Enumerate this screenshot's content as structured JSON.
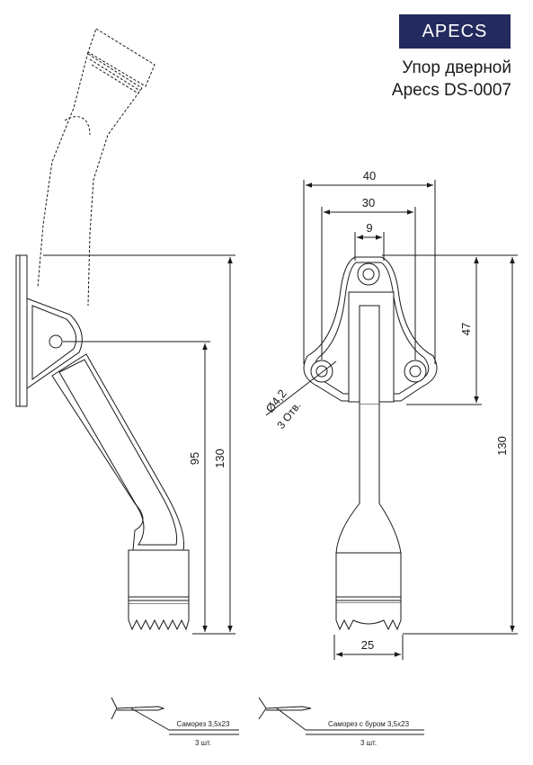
{
  "brand": {
    "logo_text": "APECS"
  },
  "title": {
    "line1": "Упор дверной",
    "line2": "Apecs DS-0007"
  },
  "side_view": {
    "dim_overall": "130",
    "dim_pivot": "95"
  },
  "front_view": {
    "dim_width_outer": "40",
    "dim_width_holes": "30",
    "dim_width_top": "9",
    "dim_plate_height": "47",
    "dim_overall": "130",
    "dim_foot_width": "25",
    "hole_diameter": "Ø4,2",
    "hole_count": "3 Отв."
  },
  "fasteners": [
    {
      "name": "Саморез 3,5х23",
      "qty": "3 шт."
    },
    {
      "name": "Саморез с буром 3,5х23",
      "qty": "3 шт."
    }
  ]
}
